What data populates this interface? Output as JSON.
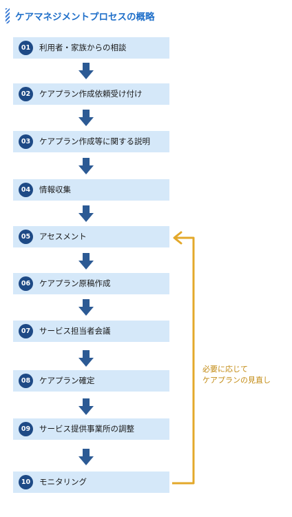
{
  "title": "ケアマネジメントプロセスの概略",
  "colors": {
    "accent": "#1f6fc9",
    "box": "#d5e8f9",
    "badge": "#1e4a86",
    "arrow": "#2c5a94",
    "loop": "#e3a82a"
  },
  "steps": [
    {
      "num": "01",
      "label": "利用者・家族からの相談"
    },
    {
      "num": "02",
      "label": "ケアプラン作成依頼受け付け"
    },
    {
      "num": "03",
      "label": "ケアプラン作成等に関する説明"
    },
    {
      "num": "04",
      "label": "情報収集"
    },
    {
      "num": "05",
      "label": "アセスメント"
    },
    {
      "num": "06",
      "label": "ケアプラン原稿作成"
    },
    {
      "num": "07",
      "label": "サービス担当者会議"
    },
    {
      "num": "08",
      "label": "ケアプラン確定"
    },
    {
      "num": "09",
      "label": "サービス提供事業所の調整"
    },
    {
      "num": "10",
      "label": "モニタリング"
    }
  ],
  "loop_note": {
    "line1": "必要に応じて",
    "line2": "ケアプランの見直し"
  }
}
